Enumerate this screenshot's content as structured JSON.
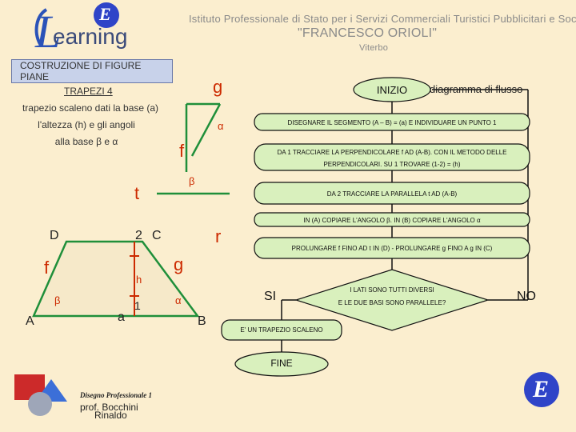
{
  "header": {
    "logo_text": "earning",
    "logo_letter": "L",
    "badge_letter": "E",
    "institute_line1": "Istituto Professionale di Stato per i Servizi Commerciali Turistici Pubblicitari e Sociali",
    "institute_line2": "\"FRANCESCO ORIOLI\"",
    "institute_line3": "Viterbo"
  },
  "problem": {
    "heading_box": "COSTRUZIONE DI FIGURE PIANE",
    "title": "TRAPEZI 4",
    "line1": "trapezio scaleno dati la base (a)",
    "line2": "l'altezza (h) e gli angoli",
    "line3": "alla base β e α"
  },
  "construction": {
    "g": "g",
    "alpha": "α",
    "f": "f",
    "beta": "β",
    "t": "t",
    "r": "r"
  },
  "trapezoid": {
    "D": "D",
    "two": "2",
    "C": "C",
    "f": "f",
    "g": "g",
    "h": "h",
    "beta": "β",
    "alpha": "α",
    "one": "1",
    "A": "A",
    "a": "a",
    "B": "B"
  },
  "flowchart": {
    "start": "INIZIO",
    "caption": "diagramma di flusso",
    "step1": "DISEGNARE IL SEGMENTO (A – B) = (a) E INDIVIDUARE UN PUNTO 1",
    "step2_line1": "DA 1 TRACCIARE LA PERPENDICOLARE f AD (A-B). CON IL METODO DELLE",
    "step2_line2": "PERPENDICOLARI. SU 1 TROVARE (1-2) = (h)",
    "step3": "DA 2 TRACCIARE LA PARALLELA t AD (A-B)",
    "step4": "IN (A) COPIARE L'ANGOLO β. IN (B) COPIARE L'ANGOLO α",
    "step5": "PROLUNGARE f FINO AD t IN (D) - PROLUNGARE g FINO A g IN (C)",
    "decision_line1": "I LATI SONO TUTTI DIVERSI",
    "decision_line2": "E LE DUE BASI SONO PARALLELE?",
    "yes": "SI",
    "no": "NO",
    "result": "E' UN TRAPEZIO SCALENO",
    "end": "FINE"
  },
  "footer": {
    "course": "Disegno Professionale 1",
    "author1": "prof. Bocchini",
    "author2": "Rinaldo"
  },
  "colors": {
    "background": "#fbeecf",
    "construction_green": "#1f8f3a",
    "red_letters": "#cc2a00",
    "flow_fill": "#d9f0bd",
    "heading_box_fill": "#c8d2ea",
    "badge_blue": "#2f44c8"
  }
}
